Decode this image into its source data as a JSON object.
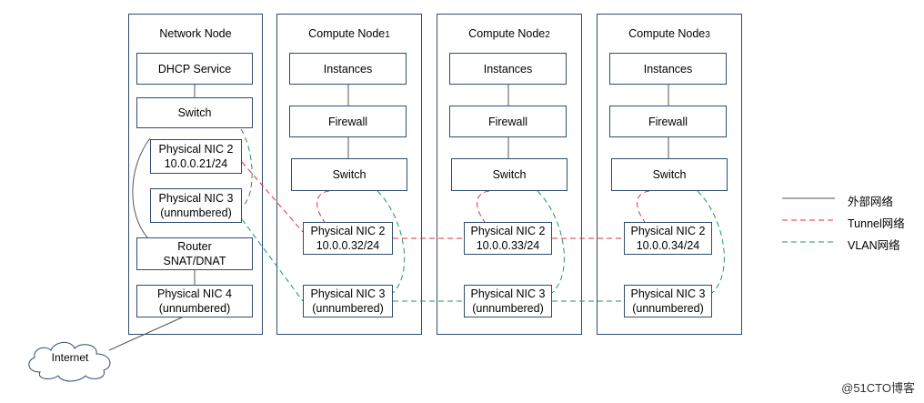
{
  "nodes": {
    "network": {
      "title": "Network Node",
      "dhcp": "DHCP Service",
      "switch": "Switch",
      "nic2": {
        "name": "Physical NIC 2",
        "addr": "10.0.0.21/24"
      },
      "nic3": {
        "name": "Physical NIC 3",
        "addr": "(unnumbered)"
      },
      "router": {
        "line1": "Router",
        "line2": "SNAT/DNAT"
      },
      "nic4": {
        "name": "Physical NIC 4",
        "addr": "(unnumbered)"
      }
    },
    "compute1": {
      "title": "Compute Node",
      "title_sub": "1",
      "instances": "Instances",
      "firewall": "Firewall",
      "switch": "Switch",
      "nic2": {
        "name": "Physical NIC 2",
        "addr": "10.0.0.32/24"
      },
      "nic3": {
        "name": "Physical NIC 3",
        "addr": "(unnumbered)"
      }
    },
    "compute2": {
      "title": "Compute Node",
      "title_sub": "2",
      "instances": "Instances",
      "firewall": "Firewall",
      "switch": "Switch",
      "nic2": {
        "name": "Physical NIC 2",
        "addr": "10.0.0.33/24"
      },
      "nic3": {
        "name": "Physical NIC 3",
        "addr": "(unnumbered)"
      }
    },
    "compute3": {
      "title": "Compute Node",
      "title_sub": "3",
      "instances": "Instances",
      "firewall": "Firewall",
      "switch": "Switch",
      "nic2": {
        "name": "Physical NIC 2",
        "addr": "10.0.0.34/24"
      },
      "nic3": {
        "name": "Physical NIC 3",
        "addr": "(unnumbered)"
      }
    }
  },
  "internet": "Internet",
  "legend": {
    "external": "外部网络",
    "tunnel": "Tunnel网络",
    "vlan": "VLAN网络"
  },
  "watermark": "@51CTO博客",
  "colors": {
    "border": "#2f4d6e",
    "external_line": "#555555",
    "tunnel_line": "#e0303a",
    "vlan_line": "#1d9a5a"
  }
}
